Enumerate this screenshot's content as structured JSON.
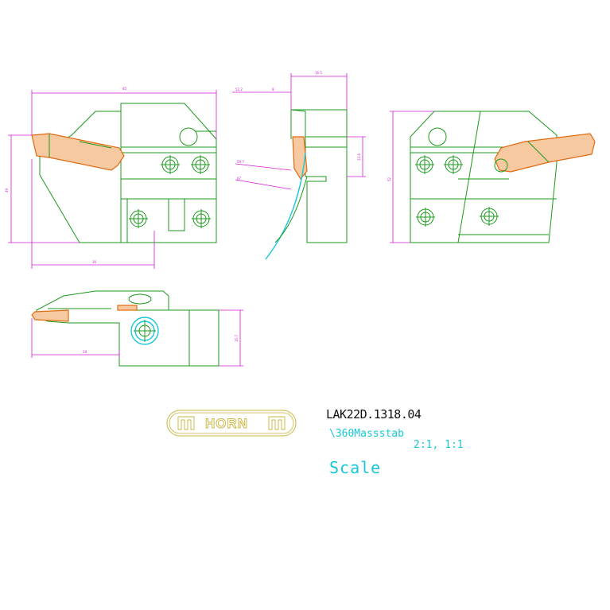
{
  "title_block": {
    "part_number": "LAK22D.1318.04",
    "scale_note": "\\360Massstab",
    "scale_values": "2:1, 1:1",
    "scale_label": "Scale"
  },
  "logo": {
    "brand_text": "HORN"
  },
  "dimensions": {
    "front_width": "85",
    "front_height": "49",
    "front_bottom_width": "36",
    "side_top_width": "16.5",
    "side_left_a": "52.2",
    "side_left_b": "8",
    "side_angle_a": "59.7",
    "side_angle_b": "67",
    "side_height": "12.6",
    "rear_height": "52",
    "plan_bottom": "28",
    "plan_height": "15.7"
  },
  "colors": {
    "outline": "#1a9a1a",
    "dimension": "#d21cd2",
    "insert": "#e06a10",
    "annotation": "#18c7d8",
    "logo": "#c8b43c"
  }
}
